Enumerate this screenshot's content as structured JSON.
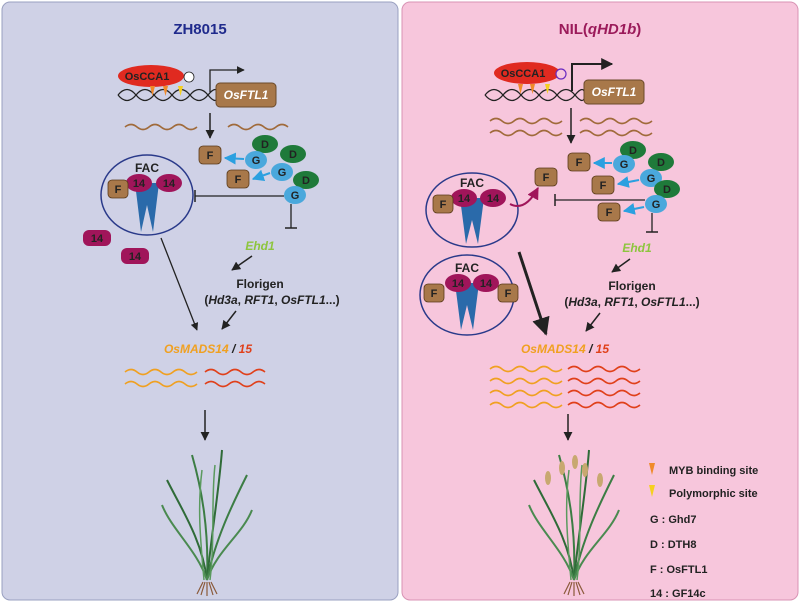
{
  "panels": {
    "left": {
      "title": "ZH8015"
    },
    "right": {
      "title_prefix": "NIL(",
      "title_italic": "qHD1b",
      "title_suffix": ")"
    }
  },
  "colors": {
    "left_bg": "#cfd1e6",
    "right_bg": "#f7c6dc",
    "left_title": "#1f2a8c",
    "right_title": "#9b1a5a",
    "osfs_box": "#a8784a",
    "g_blue": "#4aa8dc",
    "d_green": "#1f7a3a",
    "gf14_purple": "#a0155a",
    "osmads14_orange": "#f0a020",
    "osmads15_red": "#e0401a",
    "ehd1_green": "#8dc53e",
    "occa1_red": "#e02a20",
    "arrow_blue": "#2ba0e0"
  },
  "labels": {
    "osc": "OsCCA1",
    "osftl1": "OsFTL1",
    "fac": "FAC",
    "f": "F",
    "g": "G",
    "d": "D",
    "n14": "14",
    "ehd1": "Ehd1",
    "florigen": "Florigen",
    "florigen_open": "(",
    "hd3a": "Hd3a",
    "comma1": ", ",
    "rft1": "RFT1",
    "comma2": ", ",
    "osftl1_italic": "OsFTL1",
    "florigen_close": "...)",
    "osmads14": "OsMADS14",
    "slash": " / ",
    "n15": "15"
  },
  "legend": {
    "myb": "MYB binding site",
    "poly": "Polymorphic site",
    "g": "G : Ghd7",
    "d": "D : DTH8",
    "f": "F : OsFTL1",
    "n14": "14 : GF14c"
  }
}
